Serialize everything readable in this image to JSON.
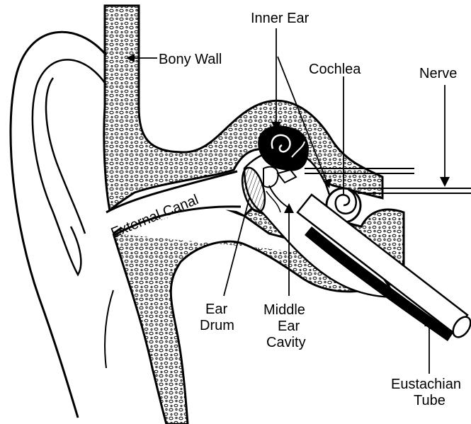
{
  "labels": {
    "inner_ear": "Inner Ear",
    "bony_wall": "Bony Wall",
    "cochlea": "Cochlea",
    "nerve": "Nerve",
    "external_canal": "External Canal",
    "ear_drum_line1": "Ear",
    "ear_drum_line2": "Drum",
    "middle_ear_line1": "Middle",
    "middle_ear_line2": "Ear",
    "middle_ear_line3": "Cavity",
    "eustachian_line1": "Eustachian",
    "eustachian_line2": "Tube"
  },
  "colors": {
    "ink": "#000000",
    "paper": "#ffffff"
  }
}
